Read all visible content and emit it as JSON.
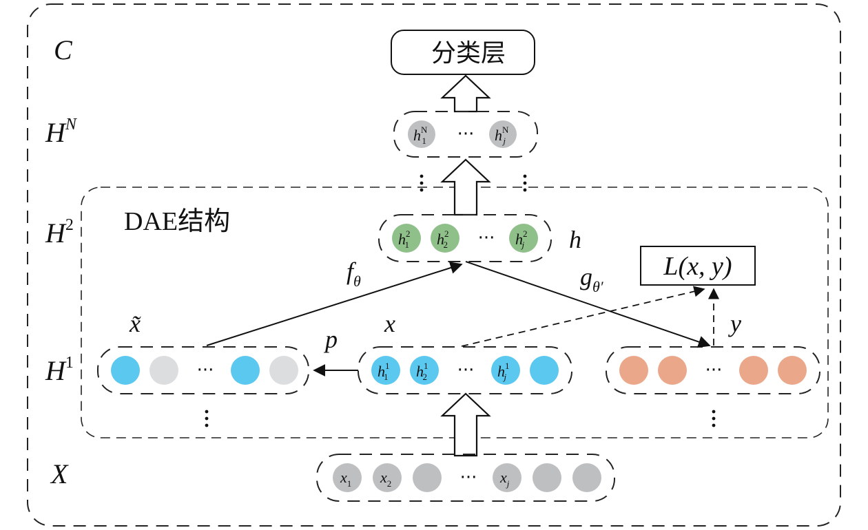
{
  "outer_label": "C",
  "dae_label": "DAE结构",
  "classifier_label": "分类层",
  "loss_label": "L(x, y)",
  "layer_labels": {
    "c": "C",
    "hn_base": "H",
    "hn_sup": "N",
    "h2_base": "H",
    "h2_sup": "2",
    "h1_base": "H",
    "h1_sup": "1",
    "x": "X"
  },
  "ellipsis": "···",
  "edge_labels": {
    "f_base": "f",
    "f_sub": "θ",
    "g_base": "g",
    "g_sub": "θ′",
    "p": "p",
    "x": "x",
    "xtilde": "x̃",
    "h": "h",
    "y": "y"
  },
  "nodes": {
    "hn": [
      {
        "base": "h",
        "sup": "N",
        "sub": "1"
      },
      {
        "base": "h",
        "sup": "N",
        "sub": "j"
      }
    ],
    "h2": [
      {
        "base": "h",
        "sup": "2",
        "sub": "1"
      },
      {
        "base": "h",
        "sup": "2",
        "sub": "2"
      },
      {
        "base": "h",
        "sup": "2",
        "sub": "j"
      }
    ],
    "h1": [
      {
        "base": "h",
        "sup": "1",
        "sub": "1"
      },
      {
        "base": "h",
        "sup": "1",
        "sub": "2"
      },
      {
        "base": "h",
        "sup": "1",
        "sub": "j"
      }
    ],
    "x": [
      {
        "base": "x",
        "sub": "1"
      },
      {
        "base": "x",
        "sub": "2"
      },
      {
        "base": "x",
        "sub": "j"
      }
    ]
  },
  "colors": {
    "gray": "#bebfc1",
    "green": "#8fc08a",
    "blue": "#5bc8ef",
    "light_gray": "#dcdddf",
    "orange": "#eba789"
  }
}
